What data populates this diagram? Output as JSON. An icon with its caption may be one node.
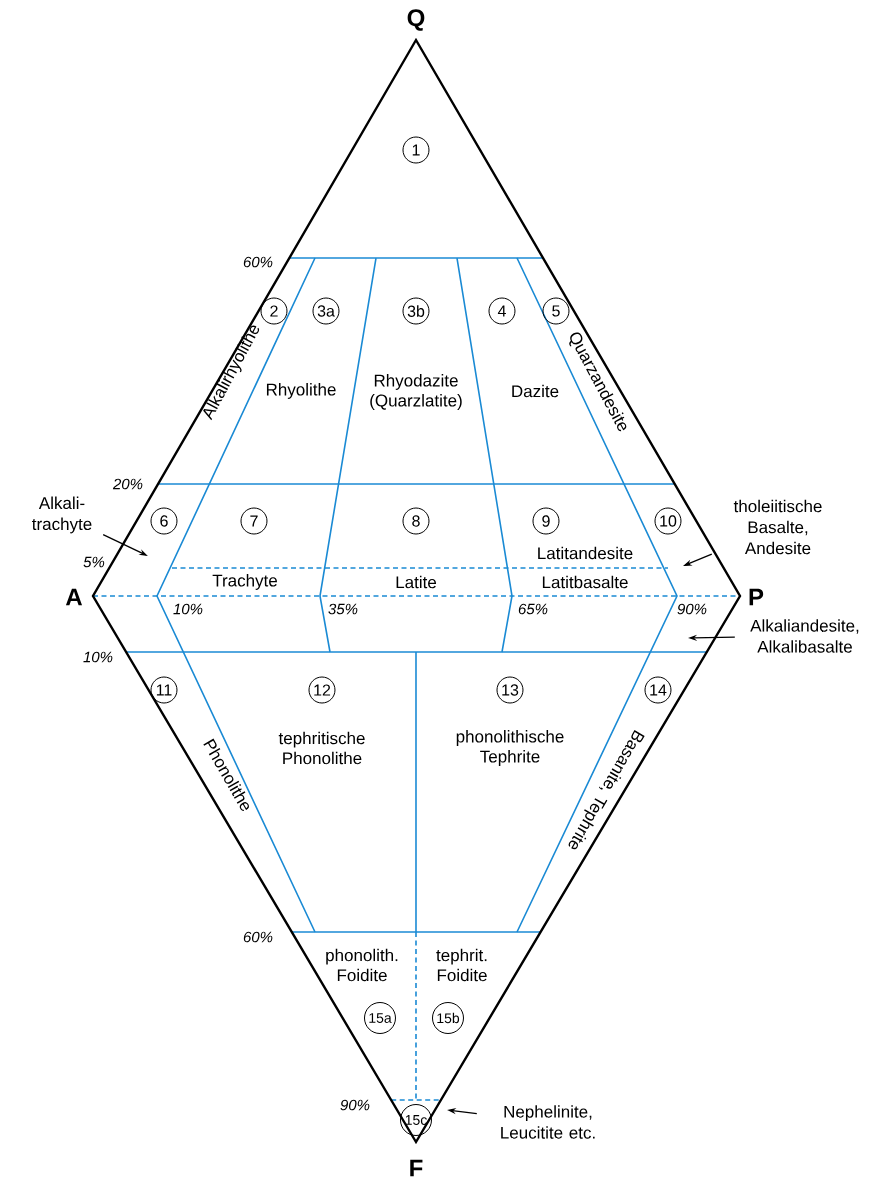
{
  "diagram": {
    "nodes": [
      {
        "text": [
          "1"
        ]
      },
      {
        "text": [
          "2"
        ]
      },
      {
        "text": [
          "3a"
        ]
      },
      {
        "text": [
          "3b"
        ]
      },
      {
        "text": [
          "4"
        ]
      },
      {
        "text": [
          "5"
        ]
      },
      {
        "text": [
          "Alkali- trachyte"
        ]
      },
      {
        "text": [
          "6"
        ]
      },
      {
        "text": [
          "7"
        ]
      },
      {
        "text": [
          "8"
        ]
      },
      {
        "text": [
          "9"
        ]
      },
      {
        "text": [
          "10"
        ]
      },
      {
        "text": [
          "tholeiitische Basalte, Andesite"
        ]
      },
      {
        "text": [
          "Alkaliandesite, Alkalibasalte"
        ]
      },
      {
        "text": [
          "11"
        ]
      },
      {
        "text": [
          "12"
        ]
      },
      {
        "text": [
          "13"
        ]
      },
      {
        "text": [
          "14"
        ]
      },
      {
        "text": [
          "15a"
        ]
      },
      {
        "text": [
          "15b"
        ]
      },
      {
        "text": [
          "15c"
        ]
      },
      {
        "text": [
          "Nephelinite, Leucitite etc."
        ]
      }
    ],
    "edges": [
      {
        "from": 6,
        "to": null,
        "arrow": "to"
      },
      {
        "from": 12,
        "to": null,
        "arrow": "to"
      },
      {
        "from": 13,
        "to": null,
        "arrow": "to"
      },
      {
        "from": 21,
        "to": null,
        "arrow": "to"
      }
    ],
    "labels": [
      "Q",
      "60%",
      "Alkalirhyolithe",
      "Rhyolithe",
      "Rhyodazite (Quarzlatite)",
      "Dazite",
      "Quarzandesite",
      "20%",
      "5%",
      "A",
      "Trachyte",
      "Latite",
      "Latitandesite",
      "Latitbasalte",
      "P",
      "10%",
      "35%",
      "65%",
      "90%",
      "10%",
      "Phonolithe",
      "tephritische Phonolithe",
      "phonolithische Tephrite",
      "Basanite, Tephrite",
      "60%",
      "phonolith. Foidite",
      "tephrit. Foidite",
      "90%",
      "F"
    ]
  }
}
